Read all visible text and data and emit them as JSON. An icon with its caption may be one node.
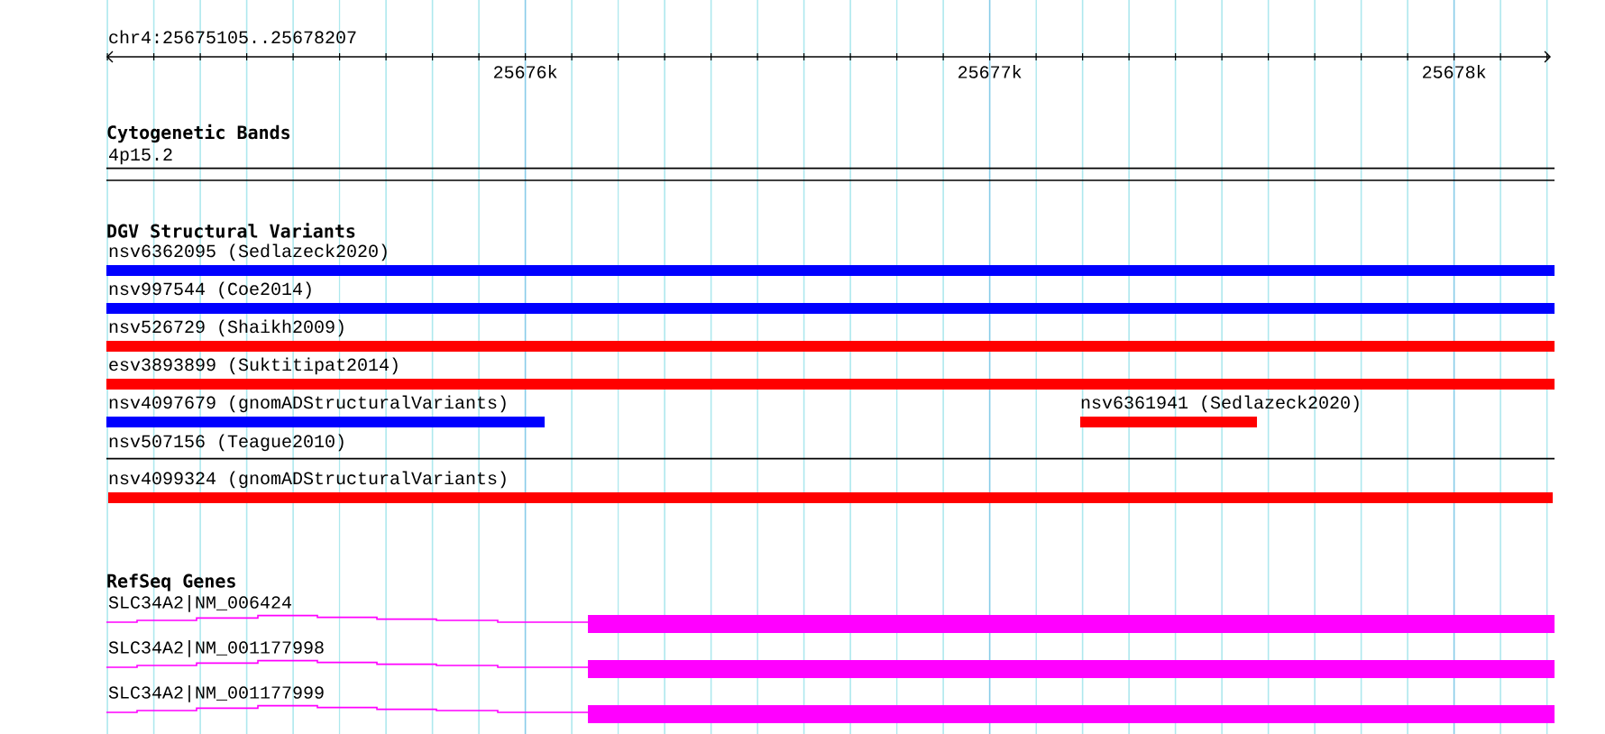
{
  "diagram": {
    "nodes": [
      {
        "text": [
          "nsv6362095 (Sedlazeck2020)"
        ]
      },
      {
        "text": [
          "nsv997544 (Coe2014)"
        ]
      },
      {
        "text": [
          "nsv526729 (Shaikh2009)"
        ]
      },
      {
        "text": [
          "esv3893899 (Suktitipat2014)"
        ]
      },
      {
        "text": [
          "nsv4097679 (gnomADStructuralVariants)"
        ]
      },
      {
        "text": [
          "nsv6361941 (Sedlazeck2020)"
        ]
      },
      {
        "text": [
          "nsv507156 (Teague2010)"
        ]
      },
      {
        "text": [
          "nsv4099324 (gnomADStructuralVariants)"
        ]
      },
      {
        "text": [
          "SLC34A2|NM_006424"
        ]
      },
      {
        "text": [
          "SLC34A2|NM_001177998"
        ]
      },
      {
        "text": [
          "SLC34A2|NM_001177999"
        ]
      }
    ],
    "labels": [
      "chr4:25675105..25678207",
      "25676k",
      "25677k",
      "25678k",
      "Cytogenetic Bands",
      "4p15.2",
      "DGV Structural Variants",
      "RefSeq Genes"
    ]
  }
}
